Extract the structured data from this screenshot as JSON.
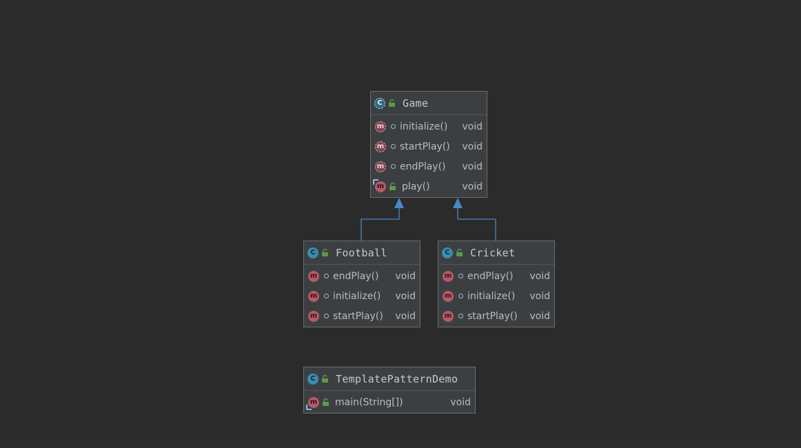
{
  "classes": {
    "game": {
      "name": "Game",
      "methods": [
        {
          "name": "initialize()",
          "type": "void"
        },
        {
          "name": "startPlay()",
          "type": "void"
        },
        {
          "name": "endPlay()",
          "type": "void"
        },
        {
          "name": "play()",
          "type": "void"
        }
      ]
    },
    "football": {
      "name": "Football",
      "methods": [
        {
          "name": "endPlay()",
          "type": "void"
        },
        {
          "name": "initialize()",
          "type": "void"
        },
        {
          "name": "startPlay()",
          "type": "void"
        }
      ]
    },
    "cricket": {
      "name": "Cricket",
      "methods": [
        {
          "name": "endPlay()",
          "type": "void"
        },
        {
          "name": "initialize()",
          "type": "void"
        },
        {
          "name": "startPlay()",
          "type": "void"
        }
      ]
    },
    "template_pattern_demo": {
      "name": "TemplatePatternDemo",
      "methods": [
        {
          "name": "main(String[])",
          "type": "void"
        }
      ]
    }
  },
  "icons": {
    "class": "class-icon",
    "method": "method-icon",
    "package_private": "package-private-icon",
    "public": "public-lock-icon"
  },
  "colors": {
    "background": "#2b2b2b",
    "node_fill": "#3c3f41",
    "node_border": "#6b6e70",
    "inheritance_arrow": "#4a88c7",
    "class_icon": "#3b8cad",
    "method_icon": "#b35b69",
    "public_icon": "#5a9a4a"
  }
}
